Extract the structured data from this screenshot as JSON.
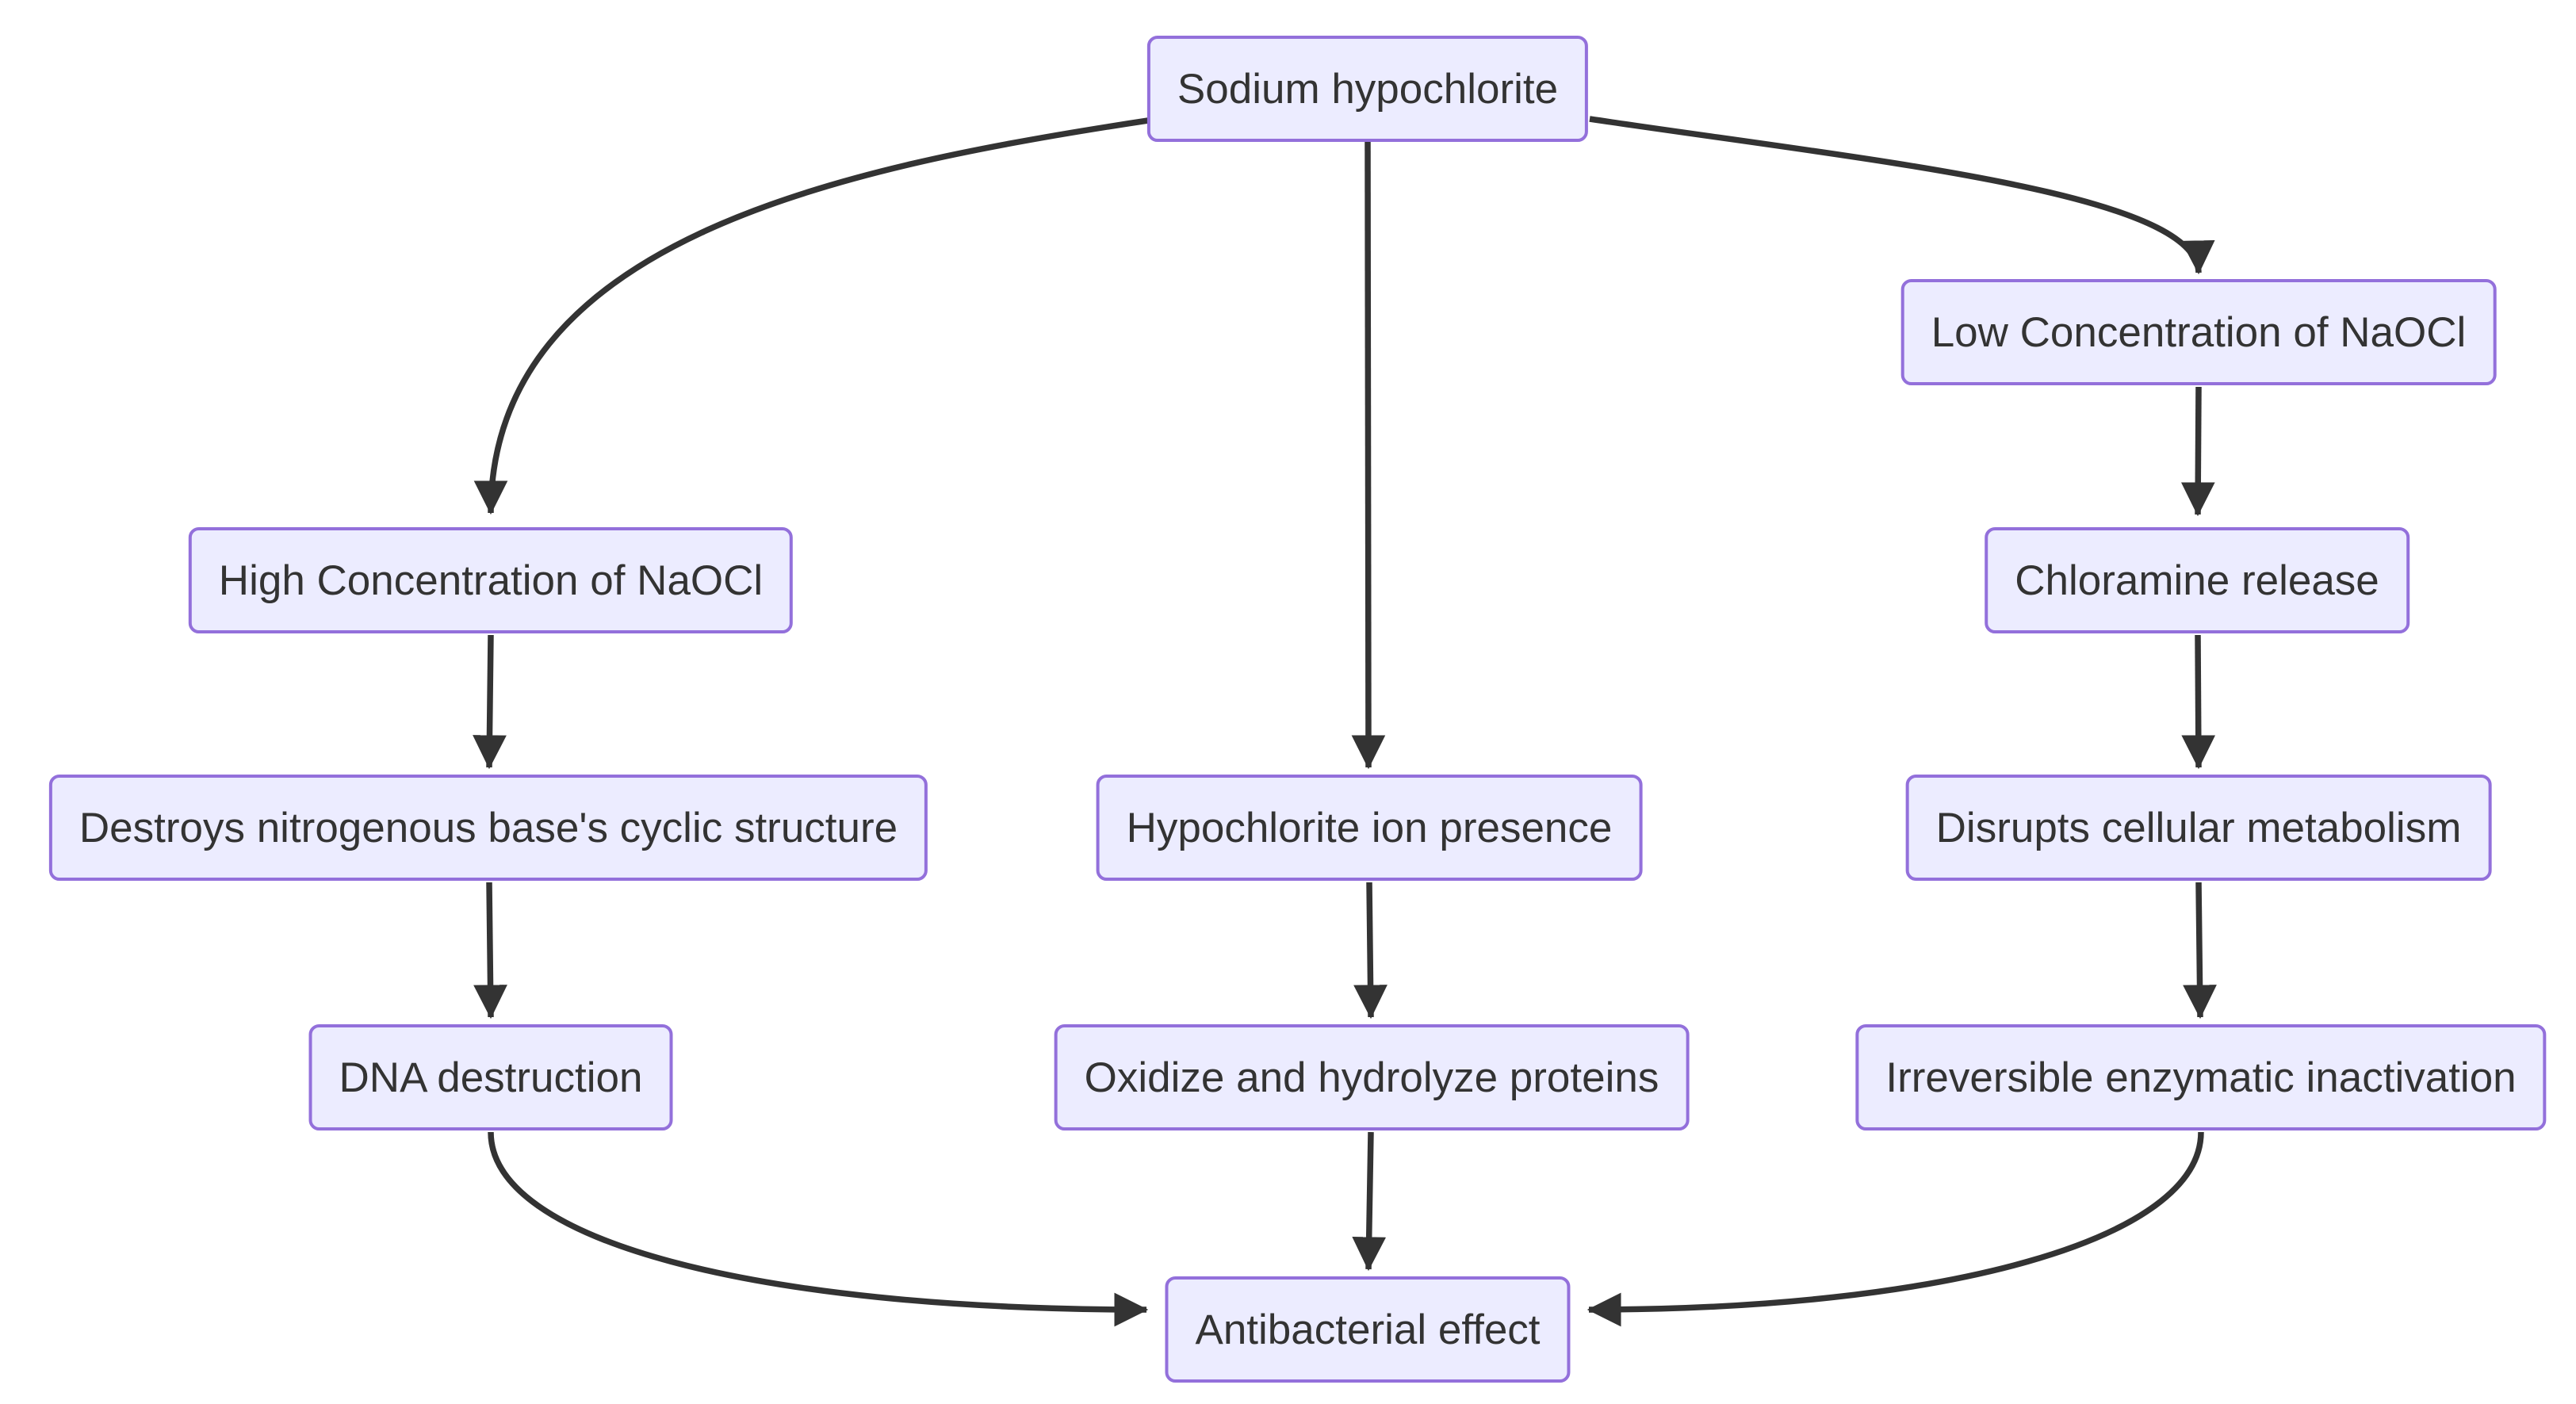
{
  "diagram": {
    "type": "flowchart",
    "direction": "top-down",
    "colors": {
      "background": "#ffffff",
      "node_fill": "#ECECFF",
      "node_border": "#9370DB",
      "node_text": "#333333",
      "edge": "#333333"
    },
    "nodes": [
      {
        "id": "A",
        "label": "Sodium hypochlorite"
      },
      {
        "id": "G",
        "label": "Low Concentration of NaOCl"
      },
      {
        "id": "B",
        "label": "High Concentration of NaOCl"
      },
      {
        "id": "H",
        "label": "Chloramine release"
      },
      {
        "id": "C",
        "label": "Destroys nitrogenous base's cyclic structure"
      },
      {
        "id": "E",
        "label": "Hypochlorite ion presence"
      },
      {
        "id": "I",
        "label": "Disrupts cellular metabolism"
      },
      {
        "id": "D",
        "label": "DNA destruction"
      },
      {
        "id": "F",
        "label": "Oxidize and hydrolyze proteins"
      },
      {
        "id": "J",
        "label": "Irreversible enzymatic inactivation"
      },
      {
        "id": "K",
        "label": "Antibacterial effect"
      }
    ],
    "edges": [
      {
        "from": "A",
        "to": "B"
      },
      {
        "from": "A",
        "to": "E"
      },
      {
        "from": "A",
        "to": "G"
      },
      {
        "from": "B",
        "to": "C"
      },
      {
        "from": "C",
        "to": "D"
      },
      {
        "from": "D",
        "to": "K"
      },
      {
        "from": "E",
        "to": "F"
      },
      {
        "from": "F",
        "to": "K"
      },
      {
        "from": "G",
        "to": "H"
      },
      {
        "from": "H",
        "to": "I"
      },
      {
        "from": "I",
        "to": "J"
      },
      {
        "from": "J",
        "to": "K"
      }
    ]
  }
}
